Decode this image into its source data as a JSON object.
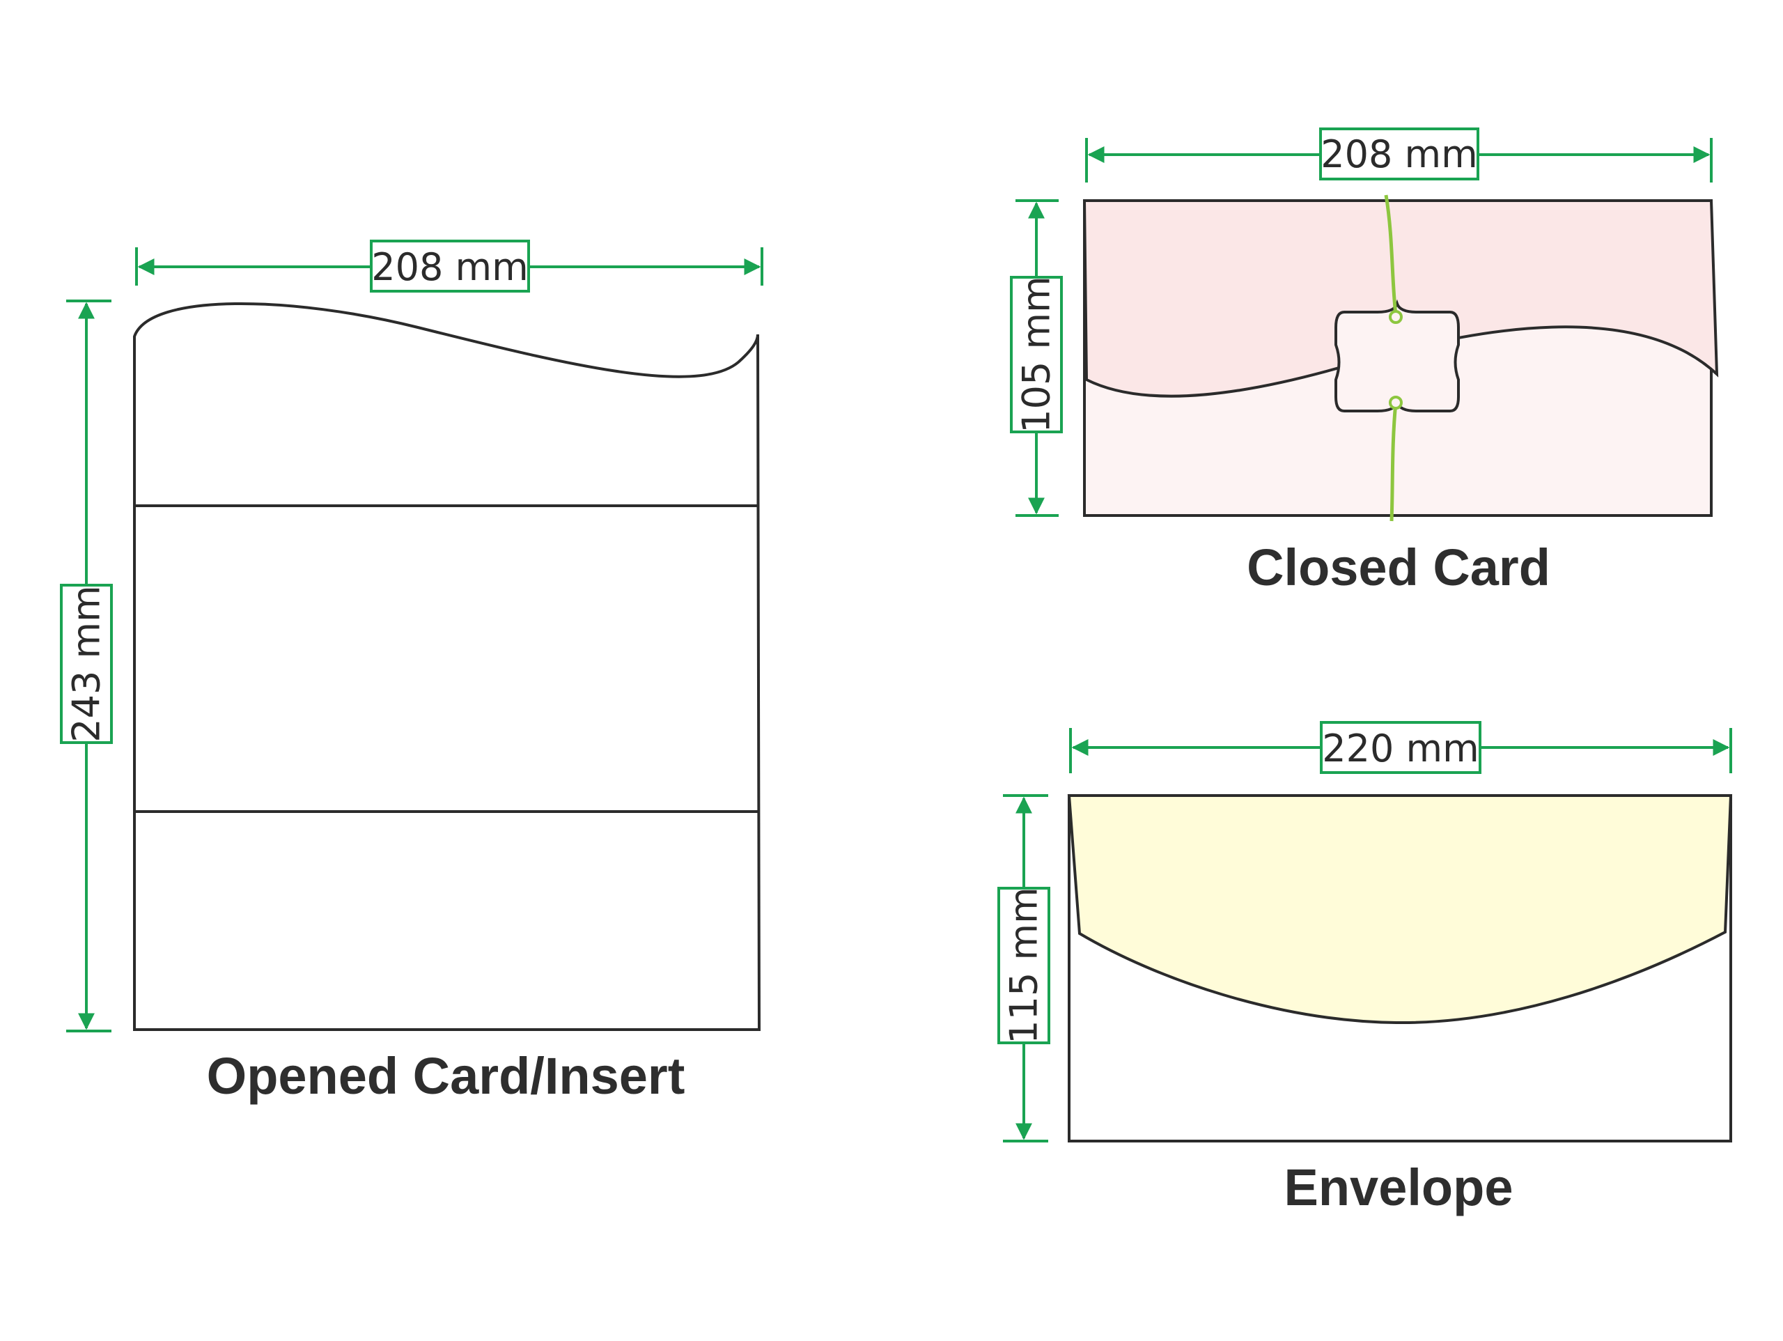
{
  "colors": {
    "outline": "#2b2b2b",
    "dimension": "#1aa352",
    "closed_card_fill": "#fbe7e7",
    "closed_card_lower_fill": "#fdf3f3",
    "envelope_flap_fill": "#fffcd9",
    "string": "#8dc63f"
  },
  "opened_card": {
    "caption": "Opened Card/Insert",
    "width_label": "208 mm",
    "height_label": "243 mm"
  },
  "closed_card": {
    "caption": "Closed Card",
    "width_label": "208 mm",
    "height_label": "105 mm"
  },
  "envelope": {
    "caption": "Envelope",
    "width_label": "220 mm",
    "height_label": "115 mm"
  }
}
